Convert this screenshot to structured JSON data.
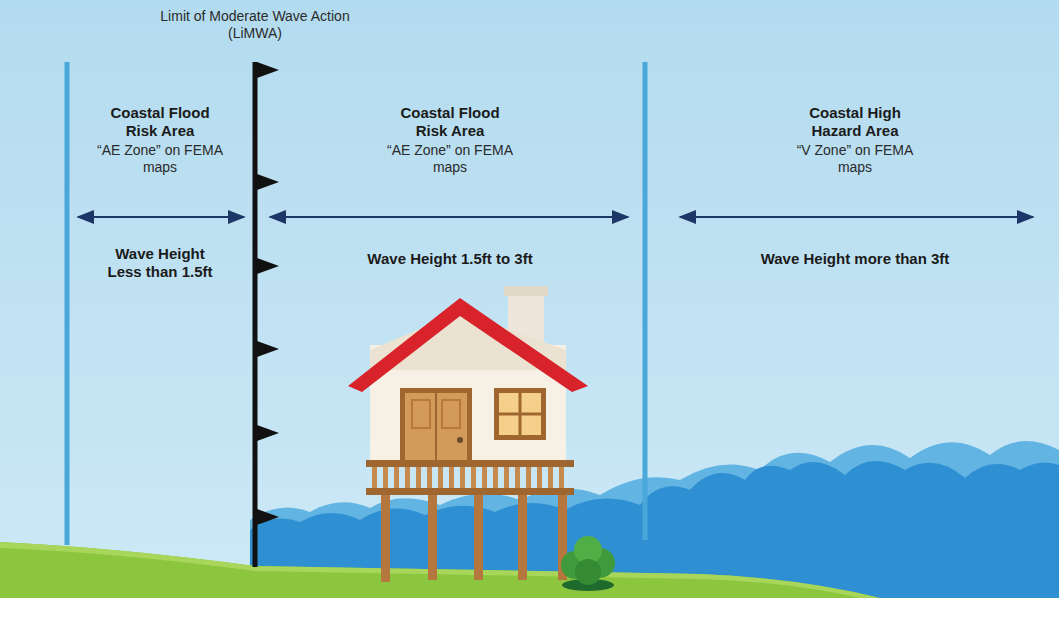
{
  "diagram": {
    "nodes": [
      {
        "text": [
          "Coastal Flood Risk Area",
          "“AE Zone” on FEMA maps",
          "Wave Height Less than 1.5ft"
        ]
      },
      {
        "text": [
          "Coastal Flood Risk Area",
          "“AE Zone” on FEMA maps",
          "Wave Height 1.5ft to 3ft"
        ]
      },
      {
        "text": [
          "Coastal High Hazard Area",
          "“V Zone” on FEMA maps",
          "Wave Height more than 3ft"
        ]
      }
    ],
    "labels": [
      "Limit of Moderate Wave Action (LiMWA)"
    ]
  }
}
